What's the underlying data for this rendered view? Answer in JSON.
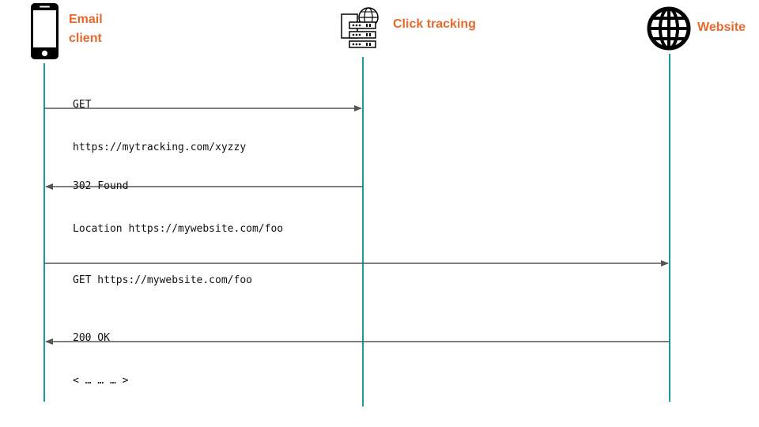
{
  "colors": {
    "lifeline": "#1a9aa0",
    "arrow": "#555555",
    "label": "#e8692c",
    "icon": "#000000"
  },
  "actors": [
    {
      "id": "email",
      "icon": "smartphone-icon",
      "label_line1": "Email",
      "label_line2": "client"
    },
    {
      "id": "tracking",
      "icon": "web-server-icon",
      "label": "Click tracking"
    },
    {
      "id": "website",
      "icon": "globe-icon",
      "label": "Website"
    }
  ],
  "messages": [
    {
      "line1": "GET",
      "line2": "https://mytracking.com/xyzzy",
      "from": "email",
      "to": "tracking"
    },
    {
      "line1": "302 Found",
      "line2": "Location https://mywebsite.com/foo",
      "from": "tracking",
      "to": "email"
    },
    {
      "line1": "GET https://mywebsite.com/foo",
      "from": "email",
      "to": "website"
    },
    {
      "line1": "200 OK",
      "line2": "< … … … >",
      "from": "website",
      "to": "email"
    }
  ]
}
